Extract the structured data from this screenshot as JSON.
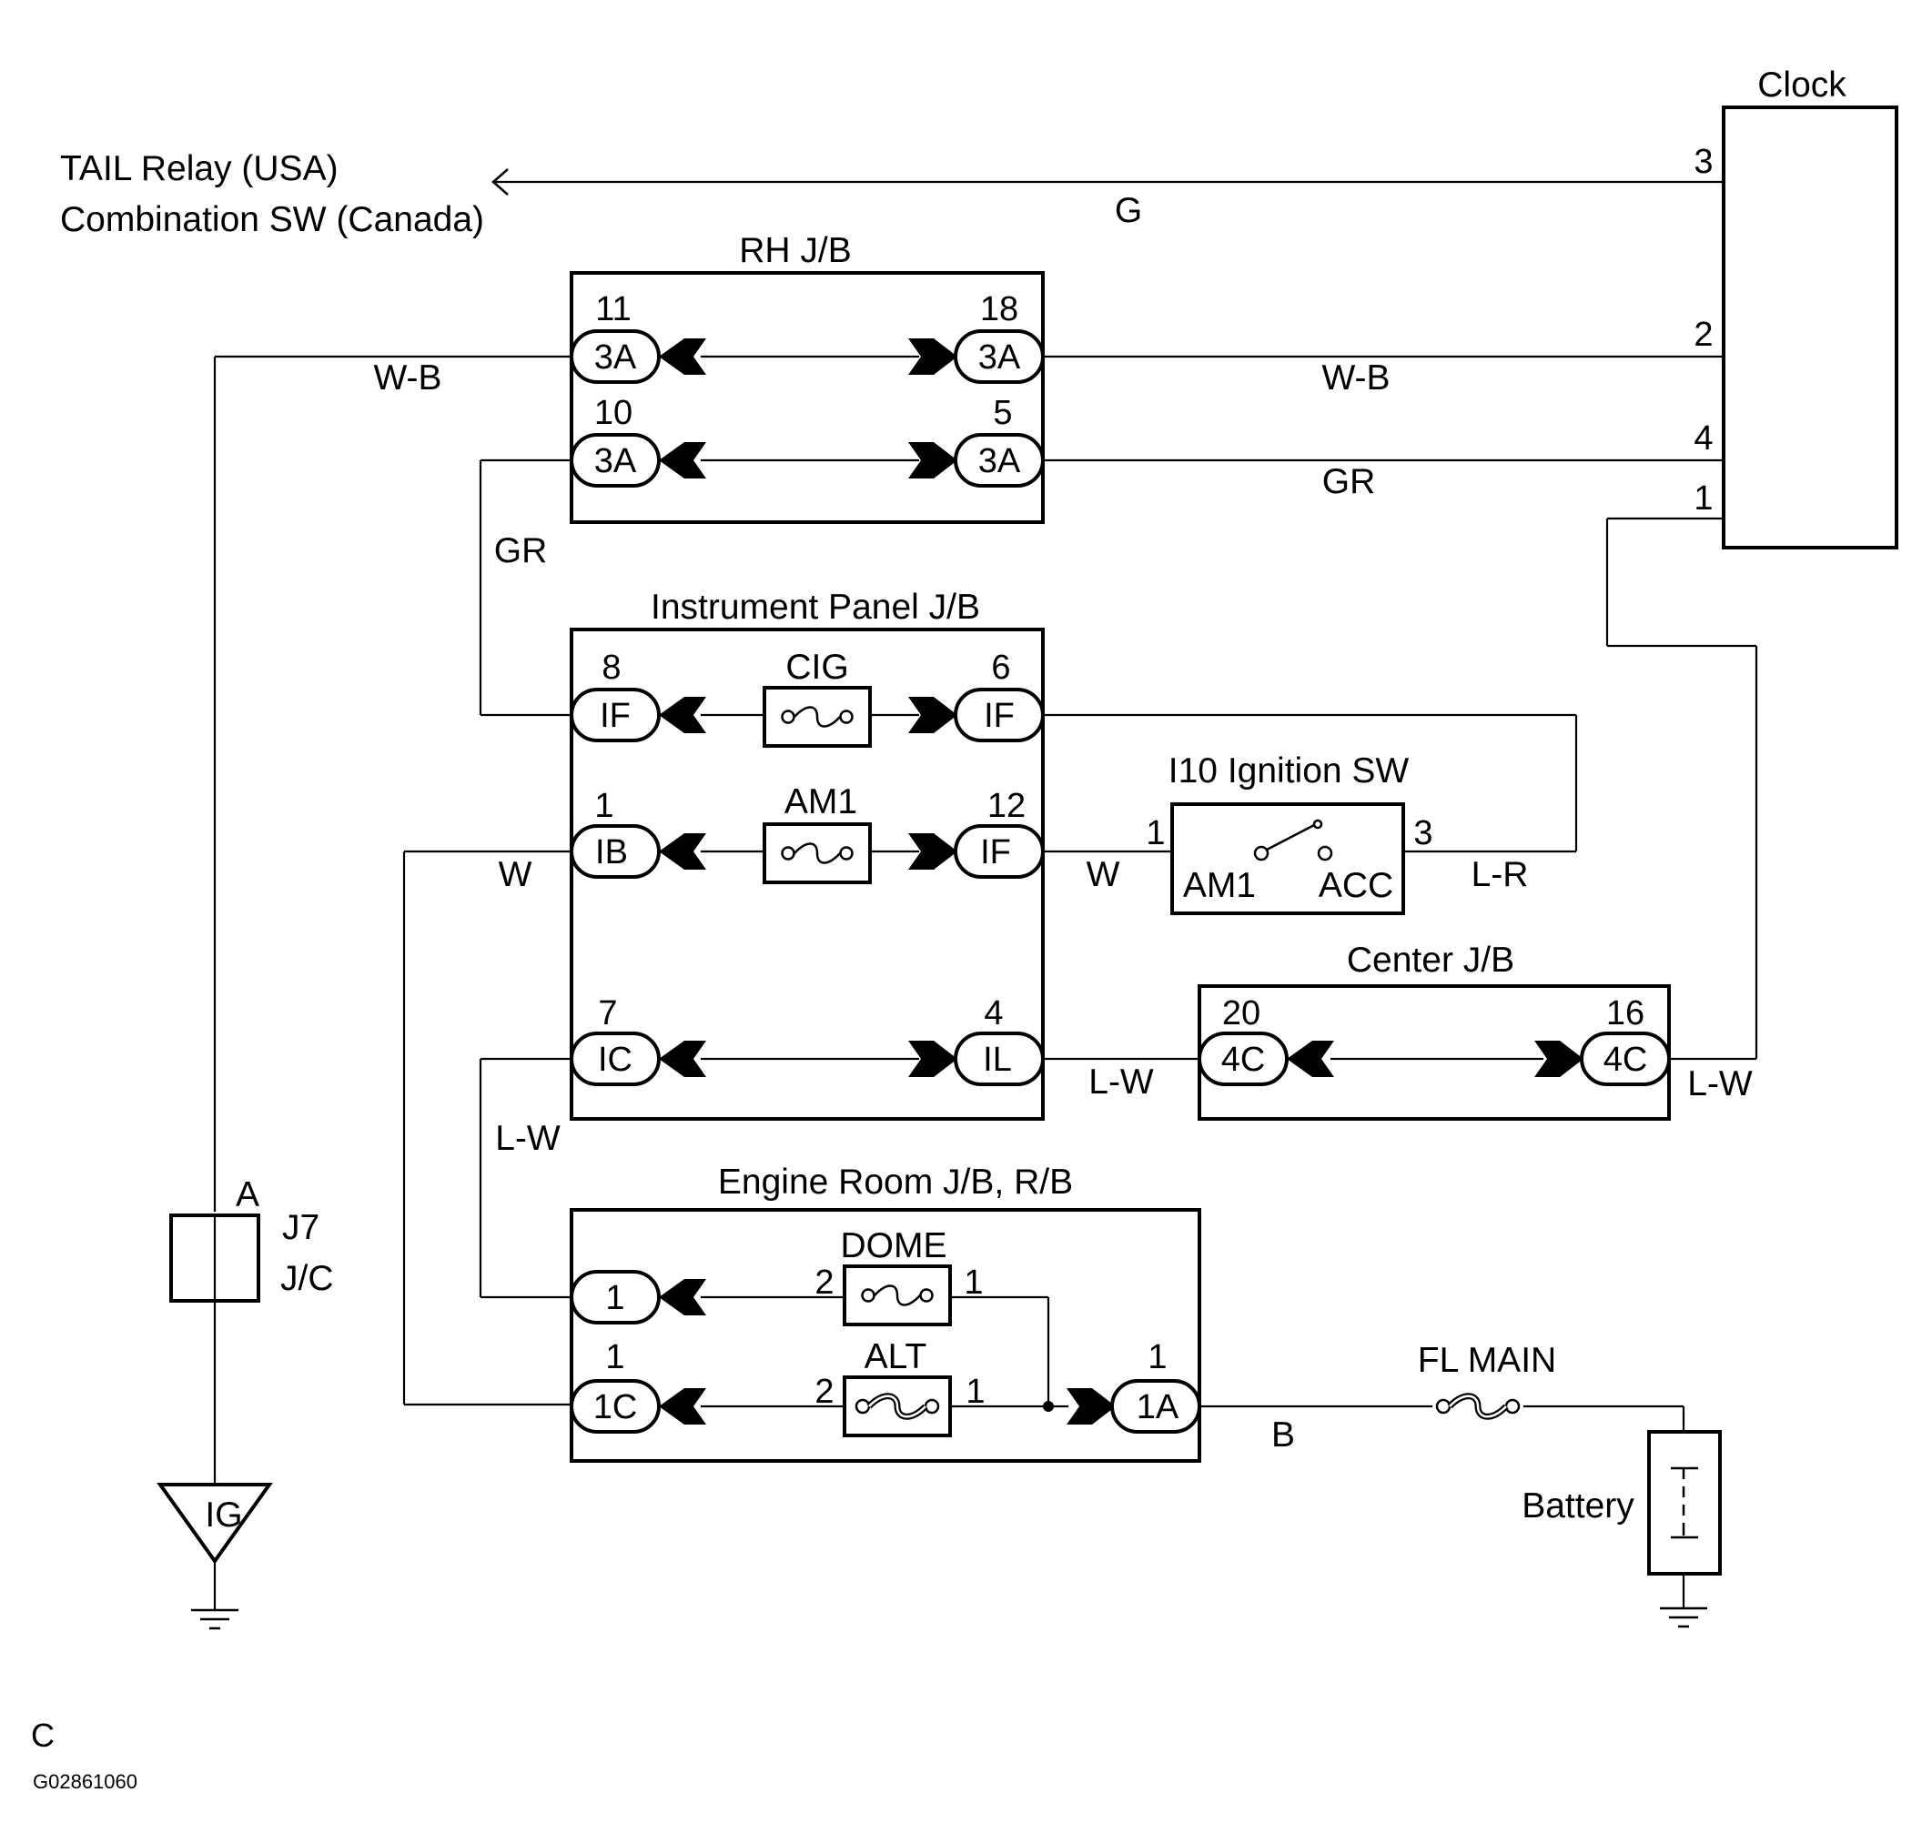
{
  "components": {
    "clock": {
      "label": "Clock",
      "pins": {
        "p3": "3",
        "p2": "2",
        "p4": "4",
        "p1": "1"
      }
    },
    "tail_relay": {
      "line1": "TAIL Relay (USA)",
      "line2": "Combination SW (Canada)"
    },
    "rh_jb": {
      "label": "RH J/B",
      "c1_left": {
        "pin": "11",
        "code": "3A"
      },
      "c1_right": {
        "pin": "18",
        "code": "3A"
      },
      "c2_left": {
        "pin": "10",
        "code": "3A"
      },
      "c2_right": {
        "pin": "5",
        "code": "3A"
      }
    },
    "ip_jb": {
      "label": "Instrument Panel J/B",
      "r1_left": {
        "pin": "8",
        "code": "IF"
      },
      "r1_fuse": "CIG",
      "r1_right": {
        "pin": "6",
        "code": "IF"
      },
      "r2_left": {
        "pin": "1",
        "code": "IB"
      },
      "r2_fuse": "AM1",
      "r2_right": {
        "pin": "12",
        "code": "IF"
      },
      "r3_left": {
        "pin": "7",
        "code": "IC"
      },
      "r3_right": {
        "pin": "4",
        "code": "IL"
      }
    },
    "ignition_sw": {
      "label": "I10 Ignition SW",
      "pin_left": "1",
      "pin_right": "3",
      "term_left": "AM1",
      "term_right": "ACC"
    },
    "center_jb": {
      "label": "Center J/B",
      "left": {
        "pin": "20",
        "code": "4C"
      },
      "right": {
        "pin": "16",
        "code": "4C"
      }
    },
    "engine_room": {
      "label": "Engine Room J/B, R/B",
      "c_top": {
        "code": "1"
      },
      "dome": {
        "label": "DOME",
        "pin_left": "2",
        "pin_right": "1"
      },
      "c_bottom": {
        "pin": "1",
        "code": "1C"
      },
      "alt": {
        "label": "ALT",
        "pin_left": "2",
        "pin_right": "1"
      },
      "c_right": {
        "pin": "1",
        "code": "1A"
      }
    },
    "jc": {
      "pin": "A",
      "line1": "J7",
      "line2": "J/C"
    },
    "ig": {
      "label": "IG"
    },
    "fl_main": {
      "label": "FL MAIN"
    },
    "battery": {
      "label": "Battery"
    }
  },
  "wires": {
    "g": "G",
    "wb_left": "W-B",
    "wb_right": "W-B",
    "gr_right": "GR",
    "gr_left": "GR",
    "w_left": "W",
    "w_right": "W",
    "lr": "L-R",
    "lw_mid": "L-W",
    "lw_right": "L-W",
    "lw_left": "L-W",
    "b": "B"
  },
  "footer": {
    "letter": "C",
    "code": "G02861060"
  }
}
